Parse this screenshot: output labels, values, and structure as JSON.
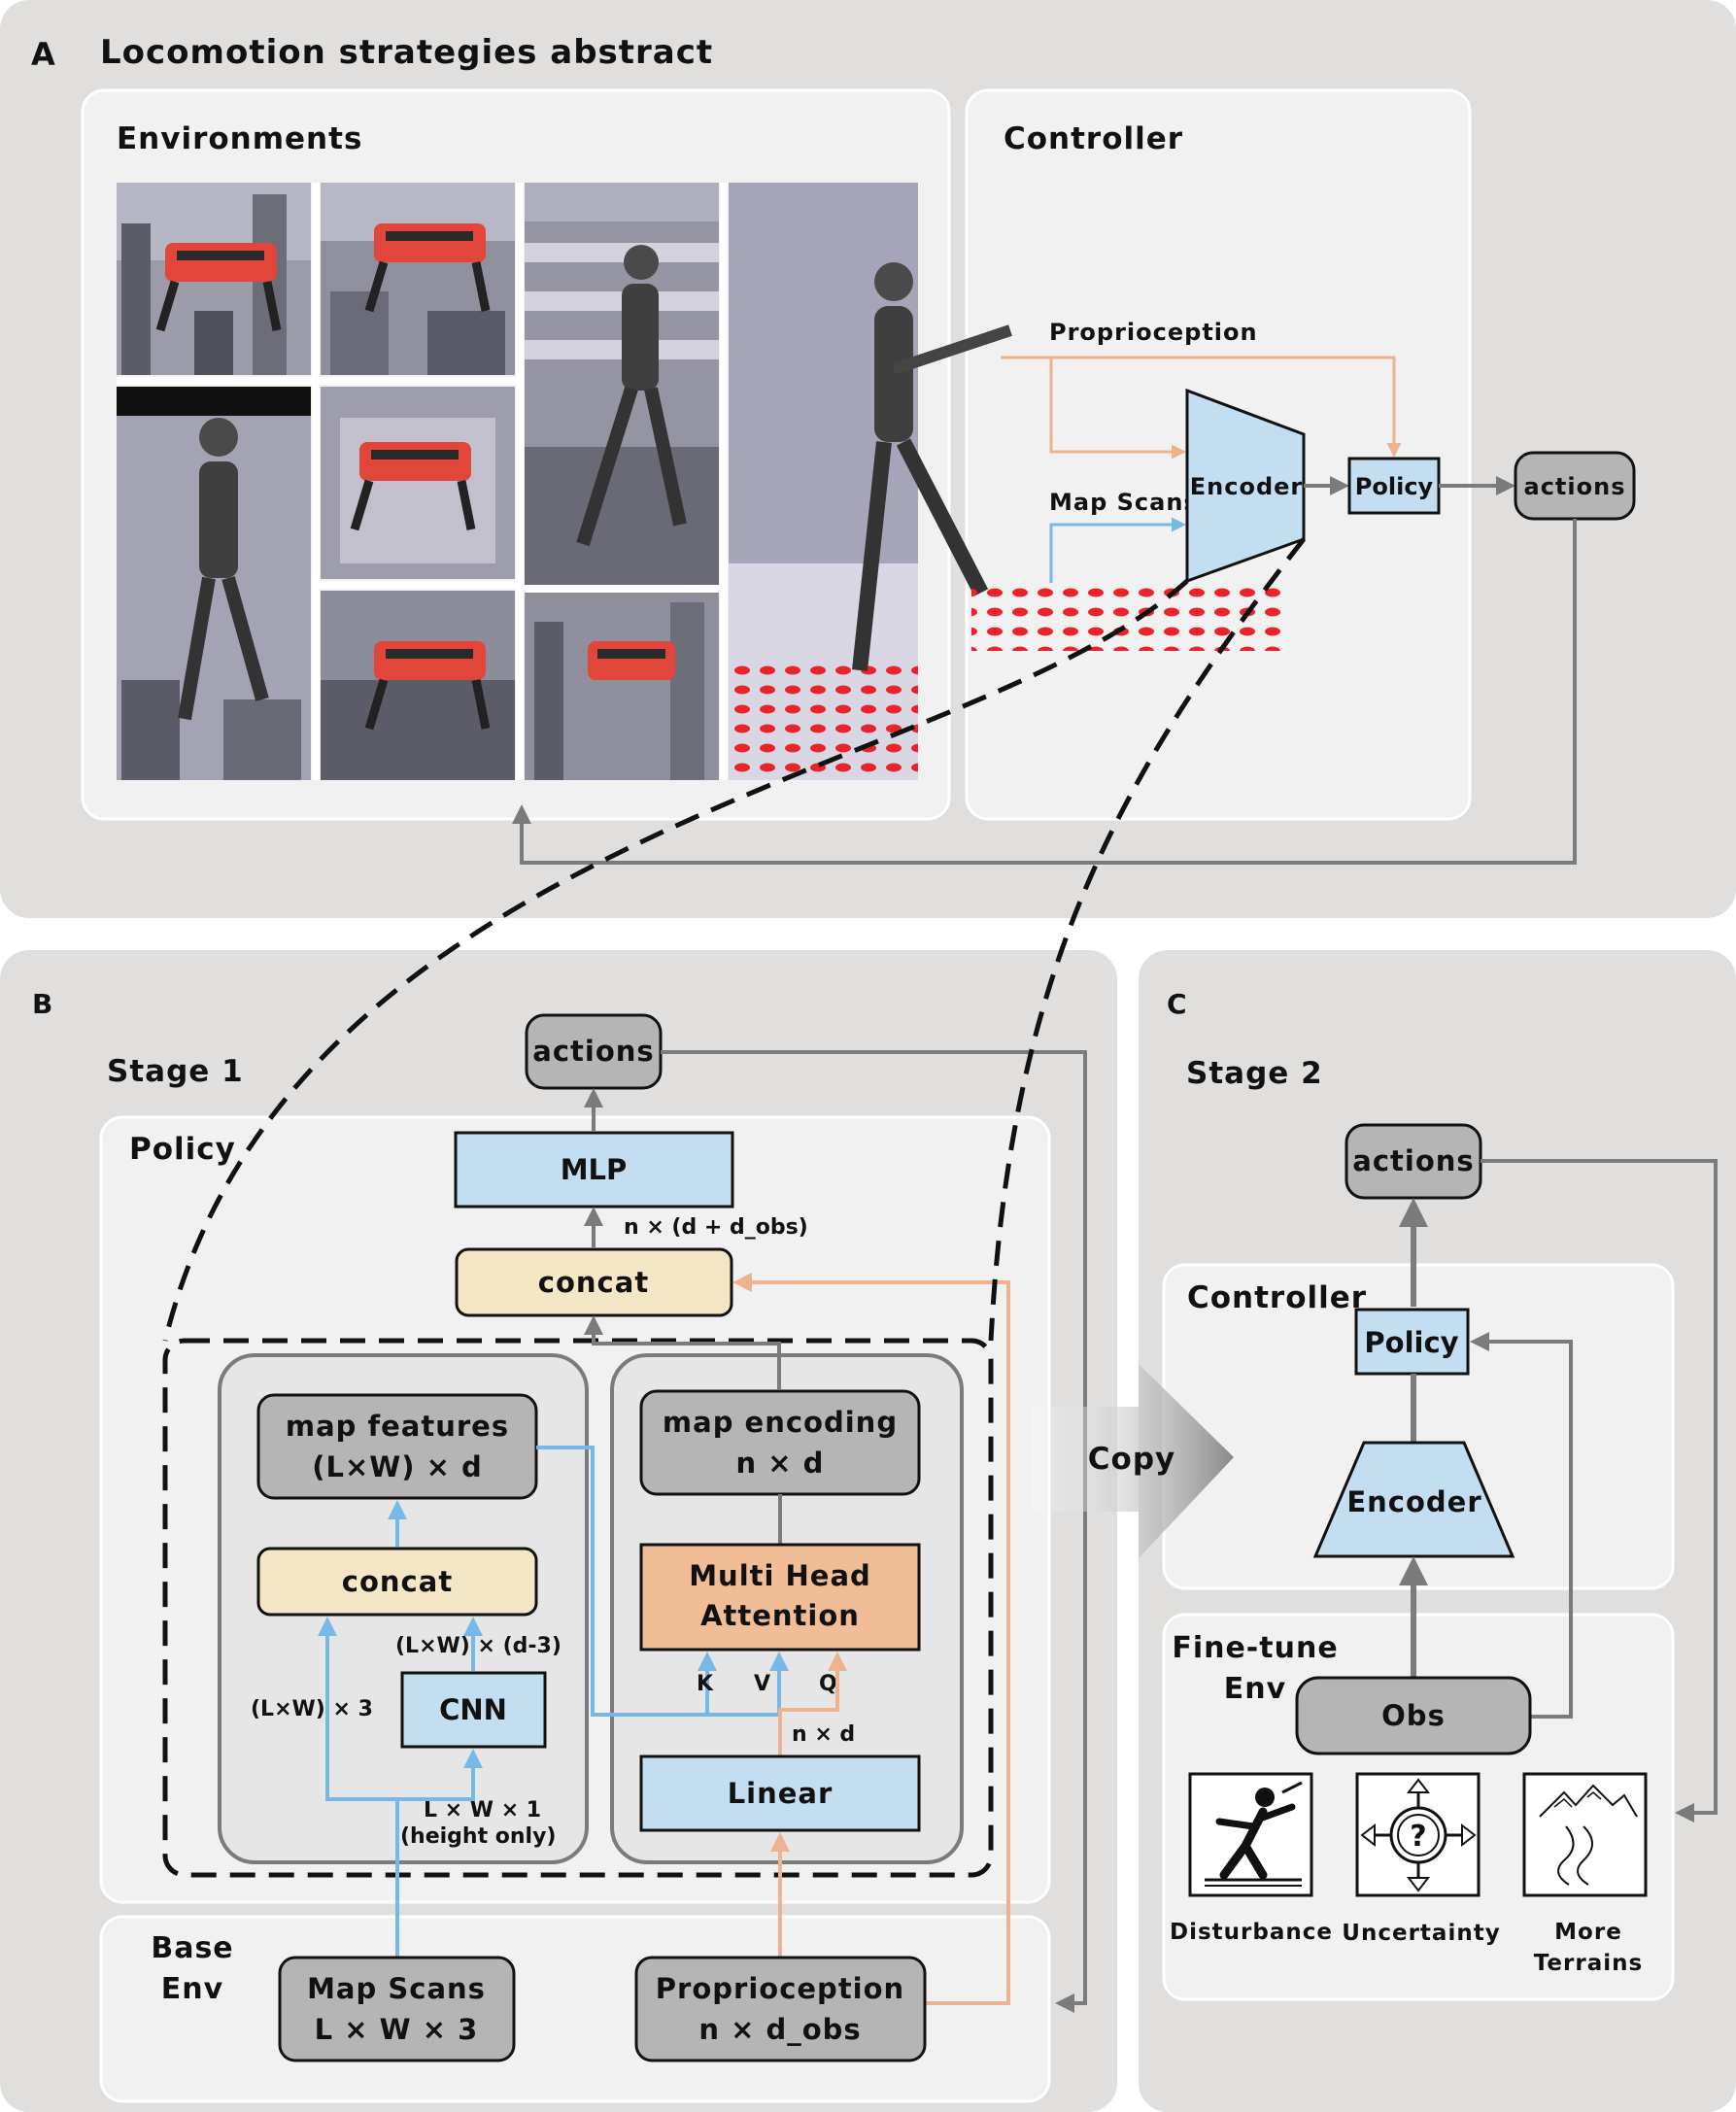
{
  "panel_a": {
    "letter": "A",
    "title": "Locomotion strategies abstract",
    "environments_label": "Environments",
    "controller_label": "Controller",
    "proprioception": "Proprioception",
    "map_scans": "Map Scans",
    "encoder": "Encoder",
    "policy": "Policy",
    "actions": "actions"
  },
  "panel_b": {
    "letter": "B",
    "stage": "Stage 1",
    "policy_label": "Policy",
    "actions": "actions",
    "mlp": "MLP",
    "mlp_dim": "n × (d + d_obs)",
    "concat_top": "concat",
    "map_features_1": "map features",
    "map_features_2": "(L×W) × d",
    "concat_inner": "concat",
    "cnn": "CNN",
    "cnn_out_dim": "(L×W) × (d-3)",
    "lw3_dim": "(L×W) × 3",
    "lw1_dim_1": "L × W × 1",
    "lw1_dim_2": "(height only)",
    "map_encoding_1": "map encoding",
    "map_encoding_2": "n × d",
    "mha_1": "Multi Head",
    "mha_2": "Attention",
    "k": "K",
    "v": "V",
    "q": "Q",
    "nd_dim": "n × d",
    "linear": "Linear",
    "base_env_1": "Base",
    "base_env_2": "Env",
    "map_scans_1": "Map Scans",
    "map_scans_2": "L × W × 3",
    "proprio_1": "Proprioception",
    "proprio_2": "n × d_obs"
  },
  "copy_label": "Copy",
  "panel_c": {
    "letter": "C",
    "stage": "Stage 2",
    "actions": "actions",
    "controller_label": "Controller",
    "policy": "Policy",
    "encoder": "Encoder",
    "finetune_1": "Fine-tune",
    "finetune_2": "Env",
    "obs": "Obs",
    "disturbance": "Disturbance",
    "uncertainty": "Uncertainty",
    "more_terrains_1": "More",
    "more_terrains_2": "Terrains"
  },
  "colors": {
    "panel_bg": "#e0dfde",
    "subpanel_bg": "#f1f1f1",
    "blue_box": "#c4def1",
    "yellow_box": "#f5e7c5",
    "orange_box": "#f0bd97",
    "gray_box": "#b5b5b5",
    "blue_arrow": "#78b8e6",
    "orange_arrow": "#efb28f",
    "gray_arrow": "#7b7b7b"
  }
}
